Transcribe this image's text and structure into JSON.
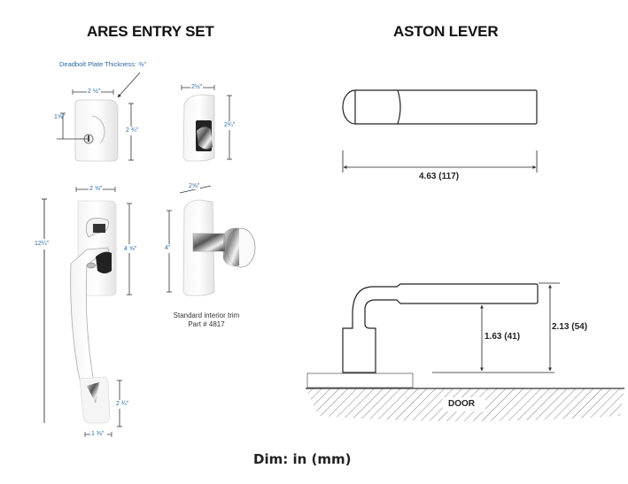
{
  "titles": {
    "left": "ARES ENTRY SET",
    "right": "ASTON LEVER"
  },
  "ares": {
    "deadbolt_note": "Deadbolt Plate Thickness: ⅜\"",
    "deadbolt_width": "2 ½\"",
    "deadbolt_height": "2 ¾\"",
    "deadbolt_backset": "1⅝\"",
    "thumbturn_width": "2½\"",
    "thumbturn_height": "2¾\"",
    "handle_width": "2 ⅝\"",
    "handle_overall_height": "12¼\"",
    "handle_plate_height": "4 ⅝\"",
    "bottom_plate_height": "2 ¾\"",
    "bottom_plate_width": "1 ⅜\"",
    "interior_width": "2⅝\"",
    "interior_height": "4\"",
    "interior_caption_line1": "Standard interior trim",
    "interior_caption_line2": "Part # 4817"
  },
  "aston": {
    "length_label": "4.63 (117)",
    "clearance_label": "1.63 (41)",
    "projection_label": "2.13 (54)",
    "door_label": "DOOR"
  },
  "footer": "Dim: in (mm)"
}
